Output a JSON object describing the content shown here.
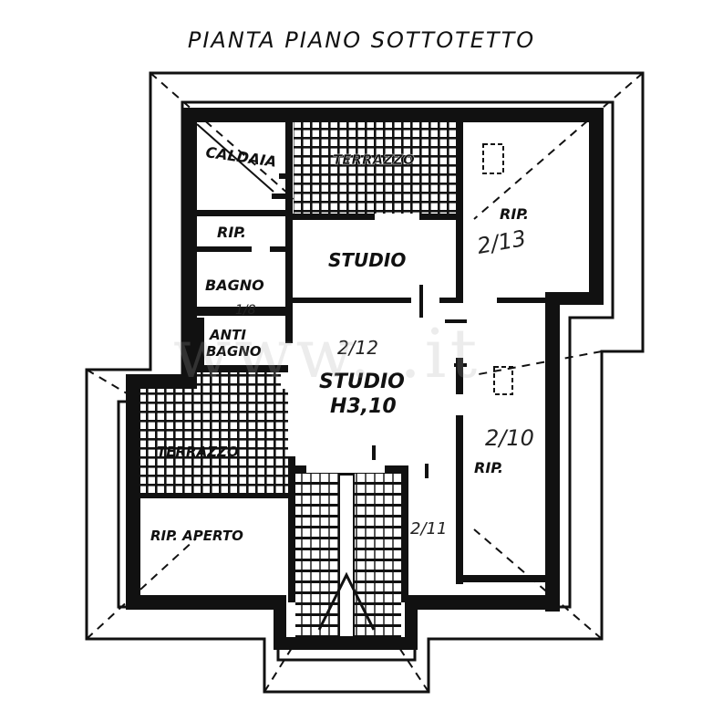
{
  "title": "PIANTA PIANO SOTTOTETTO",
  "watermark": "www.          .it",
  "rooms": {
    "caldaia": "CALDAIA",
    "terrazzo_top": "TERRAZZO",
    "rip_small": "RIP.",
    "studio_top": "STUDIO",
    "bagno": "BAGNO",
    "antibagno_1": "ANTI",
    "antibagno_2": "BAGNO",
    "studio_main_1": "STUDIO",
    "studio_main_2": "H3,10",
    "terrazzo_left": "TERRAZZO",
    "rip_aperto": "RIP. APERTO",
    "rip_right_top": "RIP.",
    "rip_right_bottom": "RIP."
  },
  "heights": {
    "studio_main": "2/12",
    "rip_right_top": "2/13",
    "rip_right_bottom": "2/10",
    "stair": "2/11",
    "bagno": "1/8"
  },
  "colors": {
    "ink": "#111111",
    "paper": "#ffffff"
  }
}
